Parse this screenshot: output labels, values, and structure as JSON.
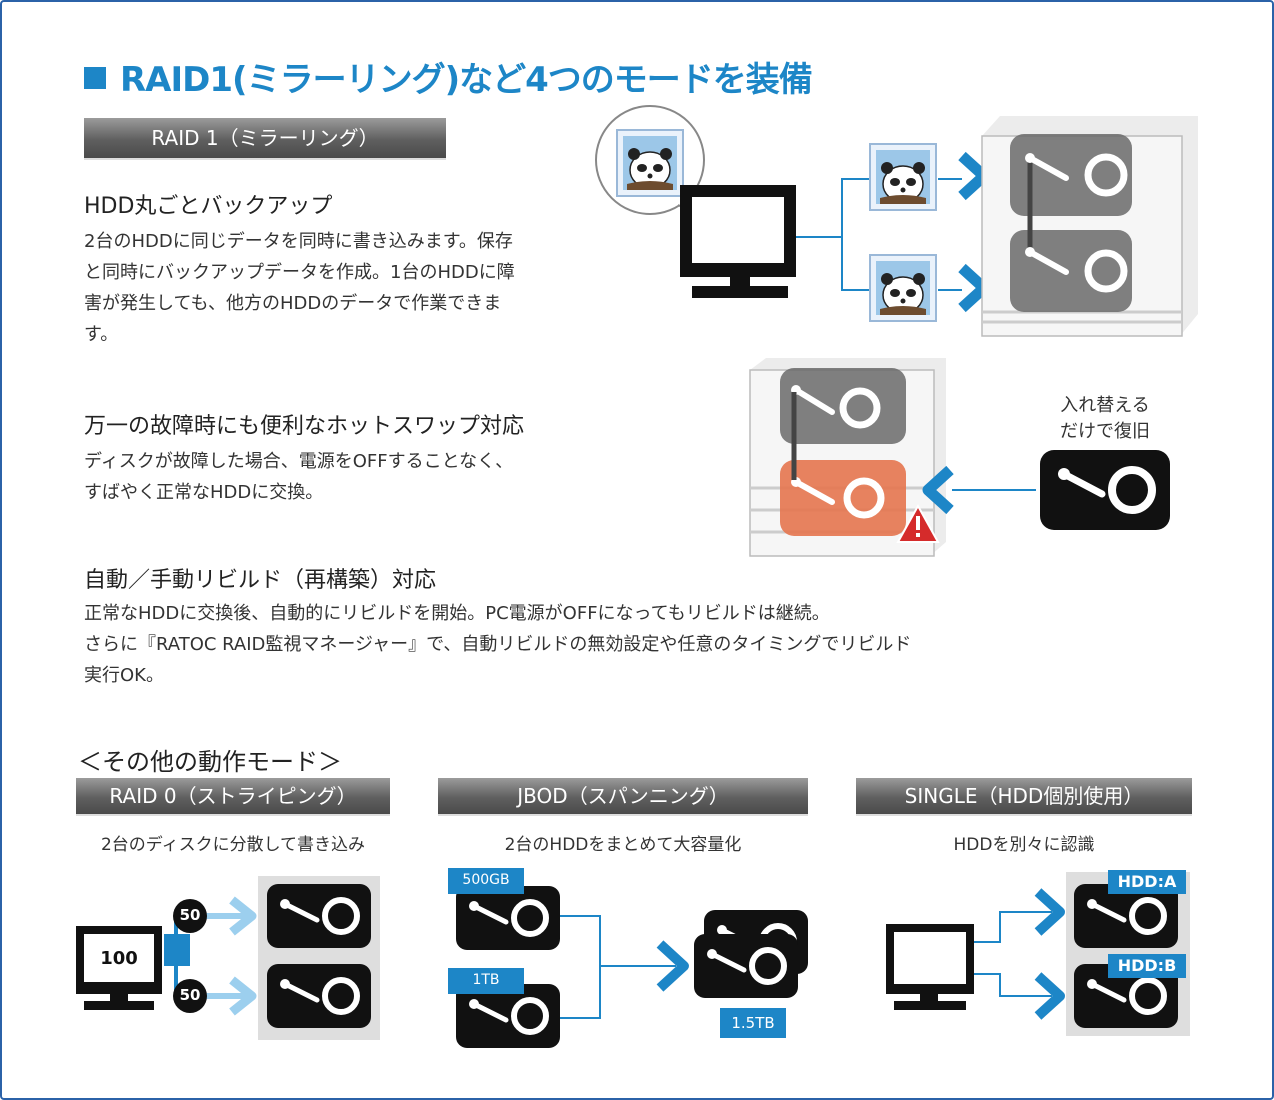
{
  "title": "RAID1(ミラーリング)など4つのモードを装備",
  "raid1": {
    "bar_label": "RAID 1（ミラーリング）",
    "backup_heading": "HDD丸ごとバックアップ",
    "backup_lines": [
      "2台のHDDに同じデータを同時に書き込みます。保存",
      "と同時にバックアップデータを作成。1台のHDDに障",
      "害が発生しても、他方のHDDのデータで作業できま",
      "す。"
    ],
    "hotswap_heading": "万一の故障時にも便利なホットスワップ対応",
    "hotswap_lines": [
      "ディスクが故障した場合、電源をOFFすることなく、",
      "すばやく正常なHDDに交換。"
    ],
    "swap_caption_lines": [
      "入れ替える",
      "だけで復旧"
    ],
    "rebuild_heading": "自動／手動リビルド（再構築）対応",
    "rebuild_lines": [
      "正常なHDDに交換後、自動的にリビルドを開始。PC電源がOFFになってもリビルドは継続。",
      "さらに『RATOC RAID監視マネージャー』で、自動リビルドの無効設定や任意のタイミングでリビルド",
      "実行OK。"
    ]
  },
  "other_modes": {
    "heading": "＜その他の動作モード＞",
    "raid0": {
      "bar_label": "RAID 0（ストライピング）",
      "caption": "2台のディスクに分散して書き込み",
      "pc_value": "100",
      "split_values": [
        "50",
        "50"
      ]
    },
    "jbod": {
      "bar_label": "JBOD（スパンニング）",
      "caption": "2台のHDDをまとめて大容量化",
      "sizes": [
        "500GB",
        "1TB"
      ],
      "total": "1.5TB"
    },
    "single": {
      "bar_label": "SINGLE（HDD個別使用）",
      "caption": "HDDを別々に認識",
      "disk_labels": [
        "HDD:A",
        "HDD:B"
      ]
    }
  },
  "colors": {
    "accent": "#1d86c7",
    "failed": "#e5764f",
    "warning": "#d52b2b"
  }
}
